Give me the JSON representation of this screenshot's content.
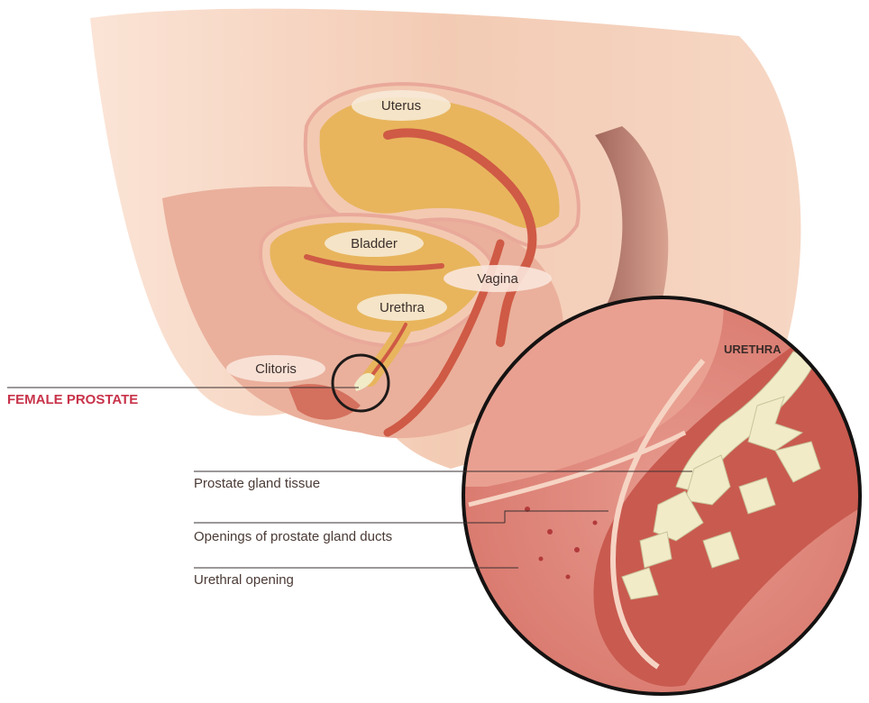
{
  "labels": {
    "uterus": "Uterus",
    "bladder": "Bladder",
    "vagina": "Vagina",
    "urethra": "Urethra",
    "clitoris": "Clitoris",
    "female_prostate": "FEMALE PROSTATE",
    "inset_urethra": "URETHRA",
    "prostate_gland_tissue": "Prostate gland tissue",
    "openings_ducts": "Openings of prostate gland ducts",
    "urethral_opening": "Urethral opening"
  },
  "colors": {
    "skin": "#f2c9b0",
    "skin_shadow": "#e7a98f",
    "tissue_pink": "#e9a091",
    "organ_fill": "#e9b95e",
    "organ_channel": "#cf5a45",
    "callout_red": "#c8334a",
    "gland_cream": "#f1ebc8"
  }
}
